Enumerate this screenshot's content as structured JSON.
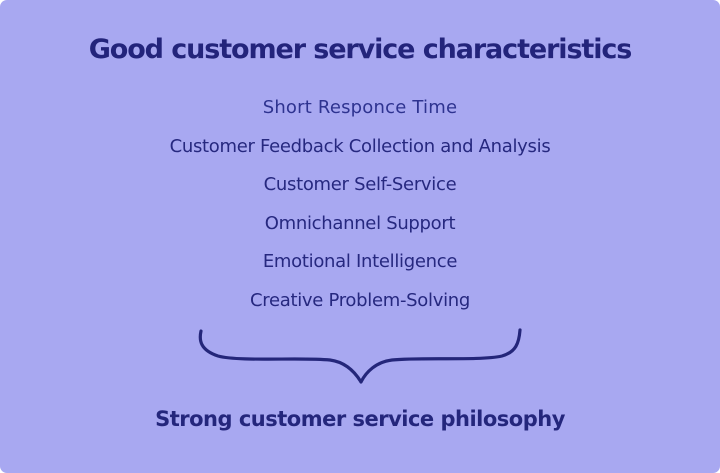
{
  "title": "Good customer service characteristics",
  "characteristics": [
    "Short Responce Time",
    "Customer Feedback Collection and Analysis",
    "Customer Self-Service",
    "Omnichannel Support",
    "Emotional Intelligence",
    "Creative Problem-Solving"
  ],
  "brace": {
    "icon": "curly-brace-down",
    "color": "#24267a"
  },
  "conclusion": "Strong customer service philosophy",
  "colors": {
    "background": "#a8a8f1",
    "text": "#23247b"
  }
}
